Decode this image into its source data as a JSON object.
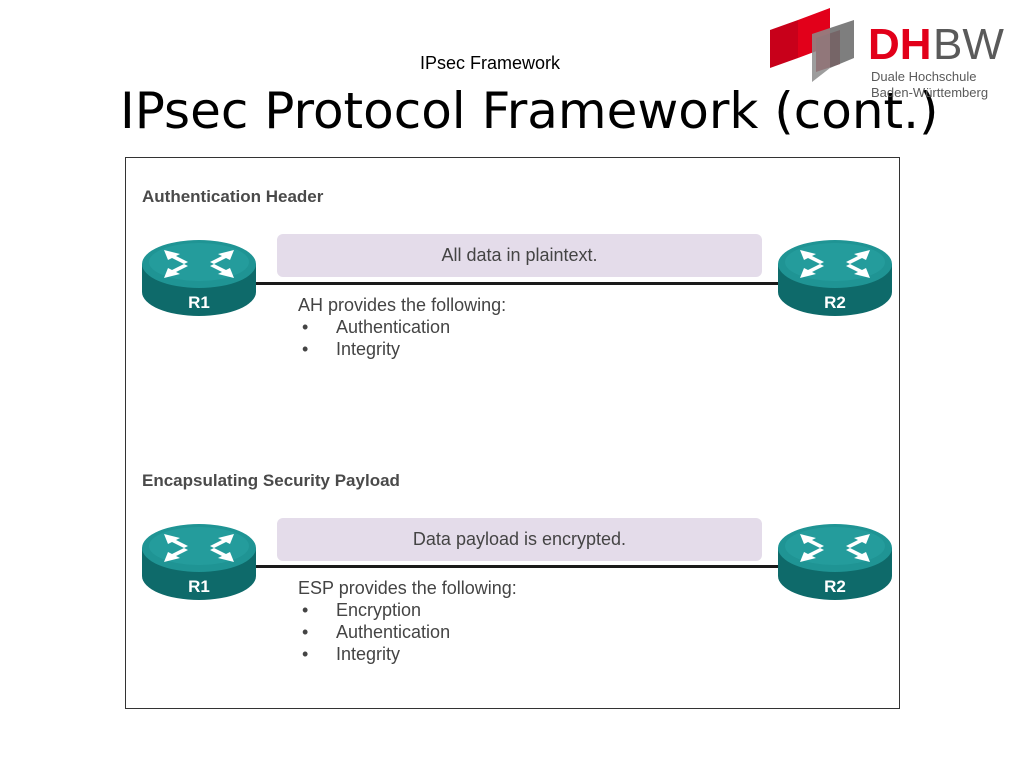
{
  "header": {
    "subtitle": "IPsec Framework",
    "title": "IPsec Protocol Framework (cont.)"
  },
  "logo": {
    "letters_bold": "DH",
    "letters_light": "BW",
    "line1": "Duale Hochschule",
    "line2": "Baden-Württemberg",
    "colors": {
      "red": "#e2001a",
      "gray": "#5a5a5a"
    }
  },
  "sections": [
    {
      "title": "Authentication Header",
      "left_router": "R1",
      "right_router": "R2",
      "data_label": "All data in plaintext.",
      "provides_heading": "AH provides the following:",
      "bullets": [
        "Authentication",
        "Integrity"
      ]
    },
    {
      "title": "Encapsulating Security Payload",
      "left_router": "R1",
      "right_router": "R2",
      "data_label": "Data payload is encrypted.",
      "provides_heading": "ESP provides the following:",
      "bullets": [
        "Encryption",
        "Authentication",
        "Integrity"
      ]
    }
  ],
  "colors": {
    "router_top": "#1b8a8a",
    "router_side": "#0e5f5f",
    "data_box": "#e4dcea"
  }
}
